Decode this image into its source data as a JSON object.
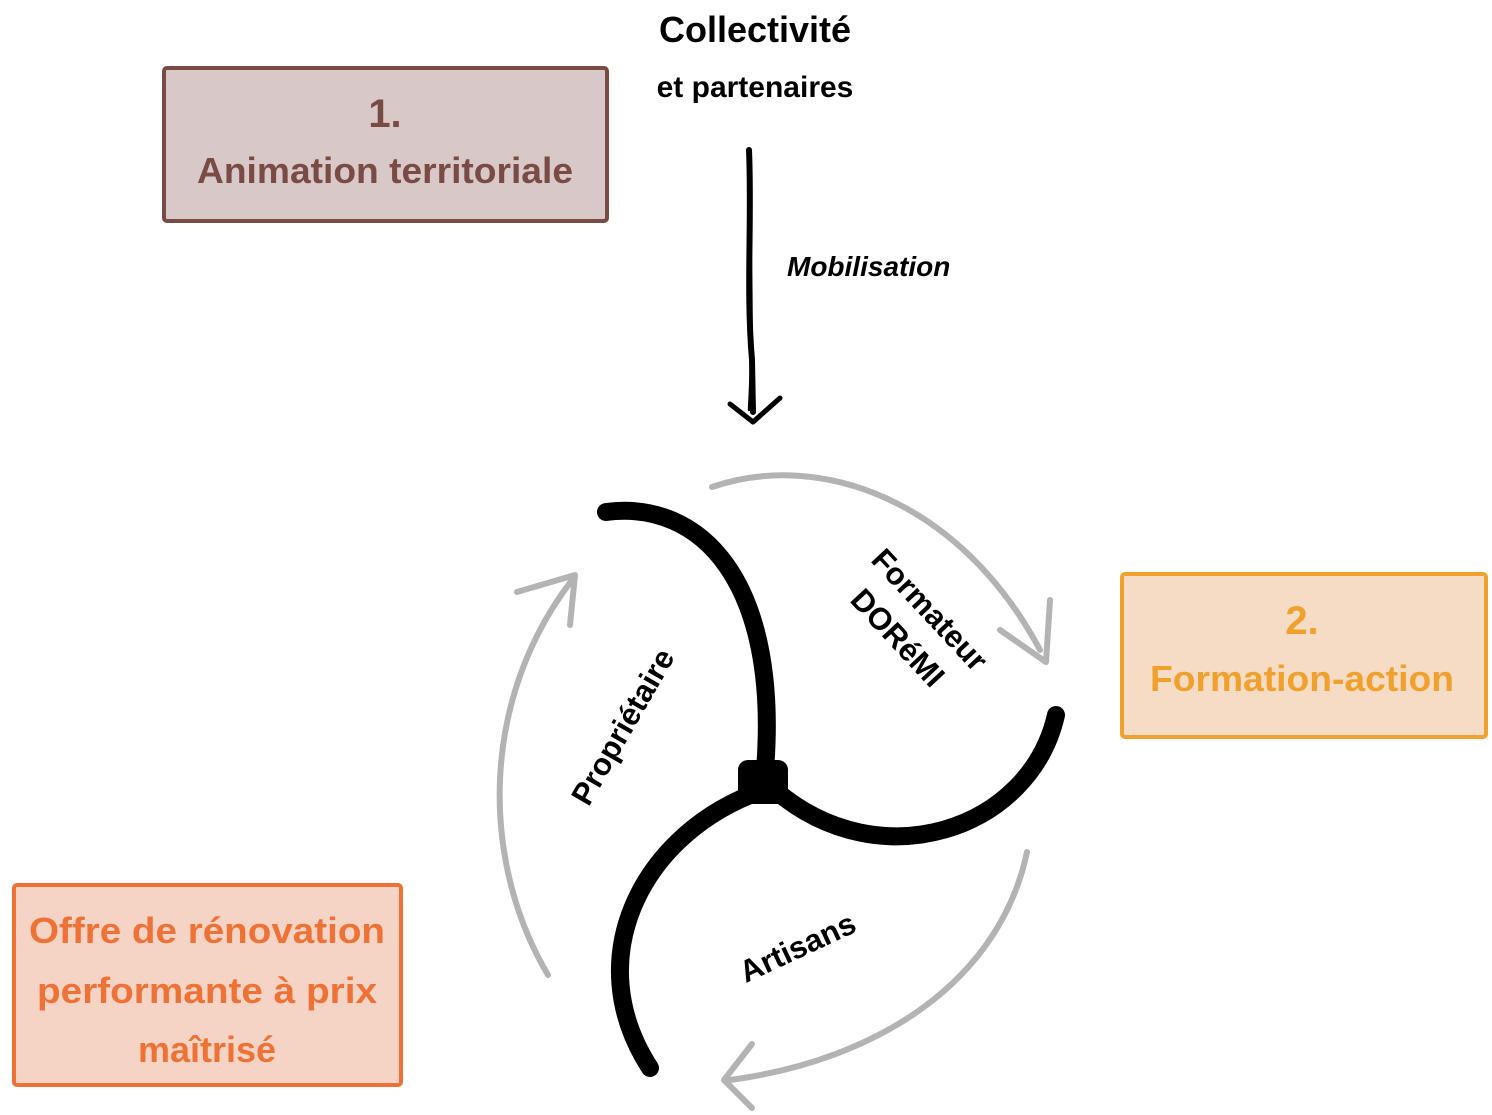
{
  "top": {
    "title": "Collectivité",
    "subtitle": "et partenaires"
  },
  "box_animation": {
    "number": "1.",
    "label": "Animation territoriale",
    "fill": "#d8c8c8",
    "stroke": "#7a4a44",
    "text_color": "#7a4a44"
  },
  "box_formation": {
    "number": "2.",
    "label": "Formation-action",
    "fill": "#f6dcc5",
    "stroke": "#f0a02c",
    "text_color": "#f0a02c"
  },
  "box_offre": {
    "lines": [
      "Offre de rénovation",
      "performante à prix",
      "maîtrisé"
    ],
    "fill": "#f5d4c6",
    "stroke": "#ee7136",
    "text_color": "#ee7136"
  },
  "arrow_label": "Mobilisation",
  "actors": {
    "proprietaire": "Propriétaire",
    "formateur_line1": "Formateur",
    "formateur_line2": "DORéMI",
    "artisans": "Artisans"
  },
  "colors": {
    "cycle_arrow": "#b3b3b3",
    "ink": "#000000"
  }
}
